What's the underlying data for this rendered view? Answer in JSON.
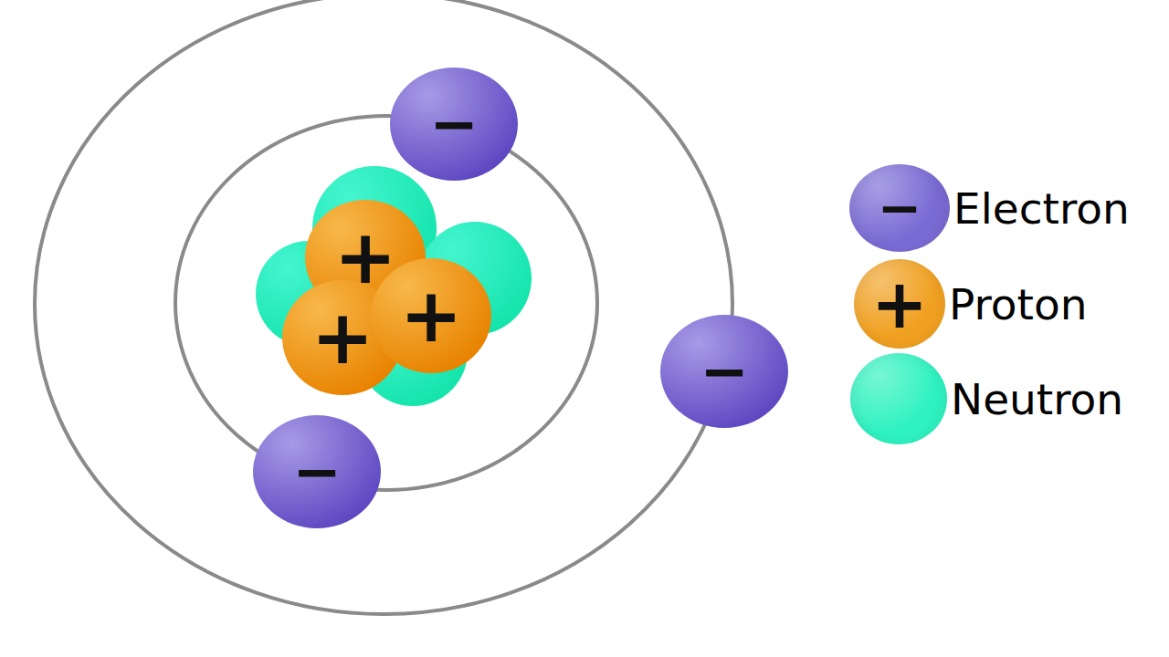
{
  "diagram": {
    "nodes": [
      {
        "text": [
          "−"
        ]
      },
      {
        "text": [
          "+"
        ]
      },
      {
        "text": [
          "+"
        ]
      },
      {
        "text": [
          "+"
        ]
      },
      {
        "text": [
          "−"
        ]
      },
      {
        "text": [
          "−"
        ]
      }
    ],
    "labels": [
      "−",
      "+"
    ],
    "legend": [
      {
        "text": "Electron",
        "color": "#7a6ad4"
      },
      {
        "text": "Proton",
        "color": "#f0a020"
      },
      {
        "text": "Neutron",
        "color": "#2ef2c0"
      }
    ]
  }
}
